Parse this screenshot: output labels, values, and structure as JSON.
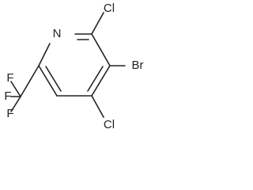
{
  "molecule": {
    "atoms": {
      "n": "N",
      "cl_top": "Cl",
      "br": "Br",
      "cl_bottom": "Cl",
      "f_top": "F",
      "f_left": "F",
      "f_bottom": "F"
    },
    "colors": {
      "ink": "#222222",
      "background": "#ffffff"
    }
  }
}
